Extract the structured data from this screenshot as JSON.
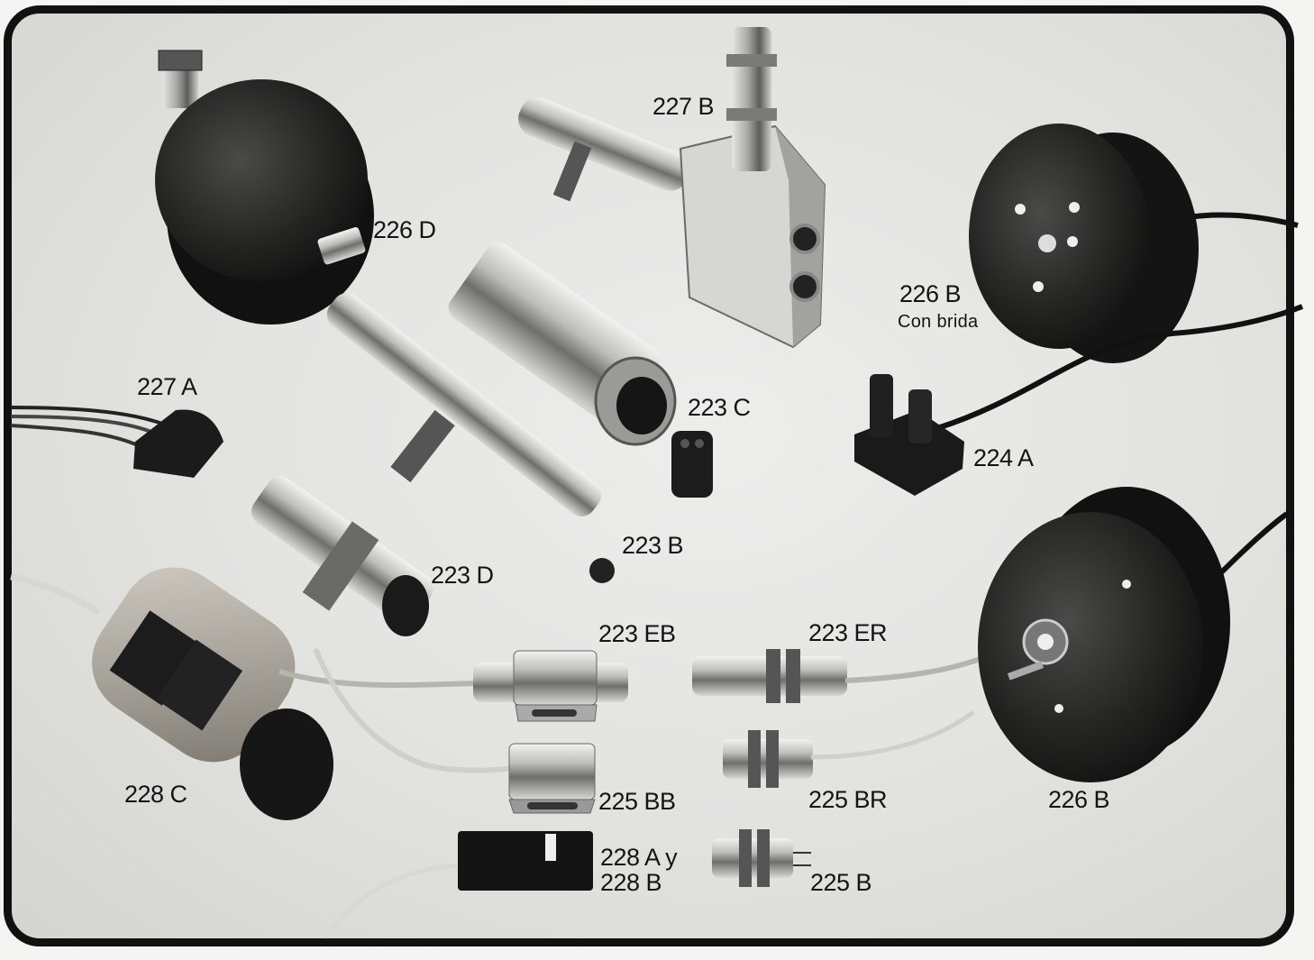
{
  "labels": {
    "l227b": "227 B",
    "l226d": "226 D",
    "l226b_top": "226 B",
    "con_brida": "Con brida",
    "l227a": "227 A",
    "l223c": "223 C",
    "l224a": "224 A",
    "l223b": "223 B",
    "l223d": "223 D",
    "l223eb": "223 EB",
    "l223er": "223 ER",
    "l228c": "228 C",
    "l225bb": "225 BB",
    "l225br": "225 BR",
    "l226b_bottom": "226 B",
    "l228ay": "228 A y",
    "l228b": "228 B",
    "l225b": "225 B"
  }
}
